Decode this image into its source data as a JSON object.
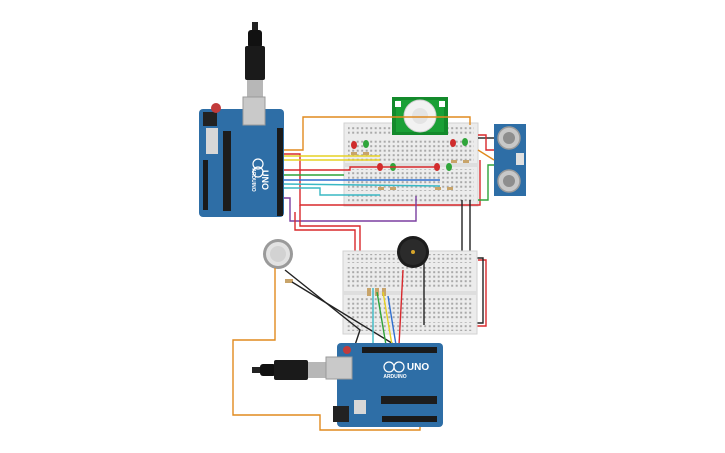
{
  "board_top": {
    "logo": "UNO",
    "brand": "ARDUINO"
  },
  "board_bottom": {
    "logo": "UNO",
    "brand": "ARDUINO"
  },
  "colors": {
    "board": "#2e6ea6",
    "board_dark": "#1f4f7a",
    "breadboard": "#ececec",
    "pir": "#138a2b",
    "sonar": "#2e6ea6",
    "wire_red": "#d8282c",
    "wire_black": "#222222",
    "wire_orange": "#e08a1e",
    "wire_yellow": "#e6d224",
    "wire_green": "#2ea33a",
    "wire_purple": "#7b3fa0",
    "wire_blue": "#2f6fd0",
    "wire_teal": "#39b8c4"
  }
}
